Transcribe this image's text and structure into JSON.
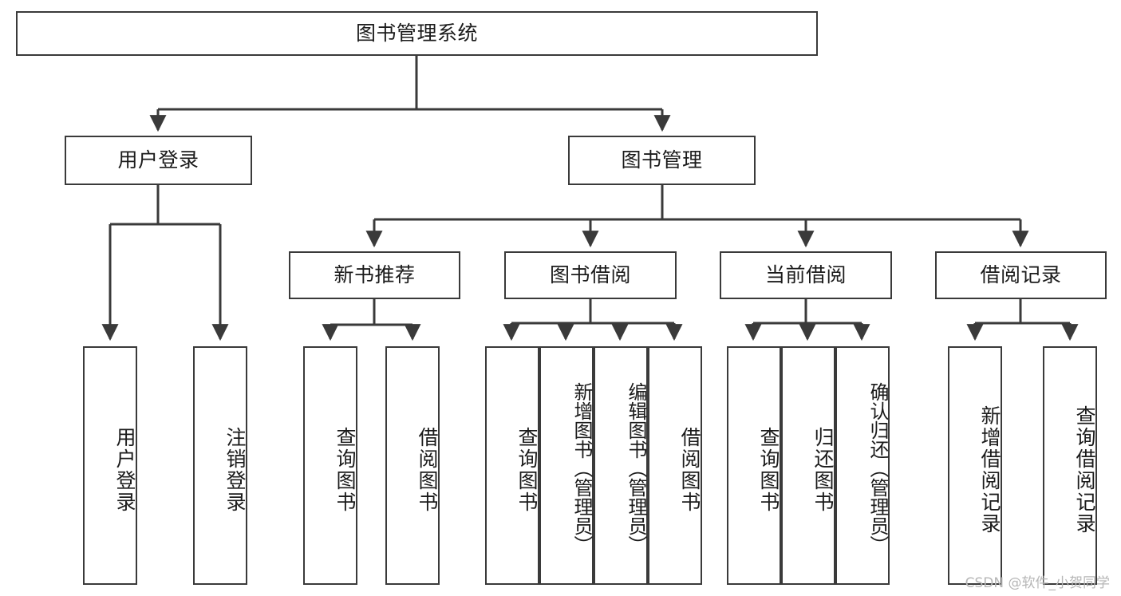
{
  "diagram": {
    "type": "tree-hierarchy",
    "title": "图书管理系统",
    "watermark": "CSDN @软件_小贺同学",
    "colors": {
      "box_border": "#3a3a3a",
      "box_fill": "#ffffff",
      "edge": "#3a3a3a",
      "text": "#1b1b1b",
      "watermark": "#b6b6b6",
      "background": "#ffffff"
    },
    "root": {
      "label": "图书管理系统"
    },
    "level2": [
      {
        "label": "用户登录"
      },
      {
        "label": "图书管理"
      }
    ],
    "level3": [
      {
        "label": "新书推荐"
      },
      {
        "label": "图书借阅"
      },
      {
        "label": "当前借阅"
      },
      {
        "label": "借阅记录"
      }
    ],
    "leaves": {
      "user_login": [
        {
          "label": "用户登录"
        },
        {
          "label": "注销登录"
        }
      ],
      "new_book_recommend": [
        {
          "label": "查询图书"
        },
        {
          "label": "借阅图书"
        }
      ],
      "book_borrow": [
        {
          "label": "查询图书"
        },
        {
          "label": "新增图书（管理员）"
        },
        {
          "label": "编辑图书（管理员）"
        },
        {
          "label": "借阅图书"
        }
      ],
      "current_borrow": [
        {
          "label": "查询图书"
        },
        {
          "label": "归还图书"
        },
        {
          "label": "确认归还（管理员）"
        }
      ],
      "borrow_record": [
        {
          "label": "新增借阅记录"
        },
        {
          "label": "查询借阅记录"
        }
      ]
    }
  }
}
